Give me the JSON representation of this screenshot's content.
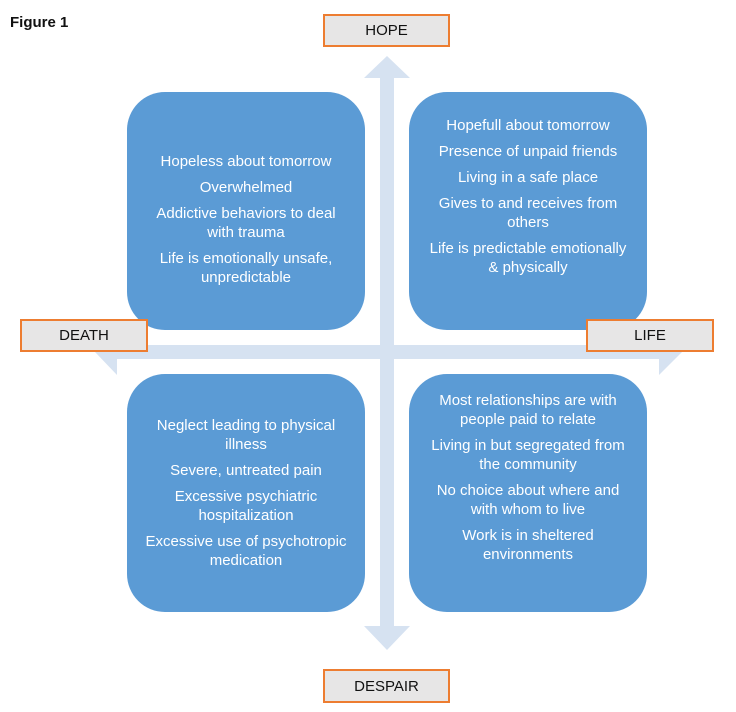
{
  "figure_title": "Figure 1",
  "colors": {
    "quadrant_fill": "#5b9bd5",
    "arrow_fill": "#d6e2f1",
    "label_border": "#ed7d31",
    "label_fill": "#e7e6e6"
  },
  "axes": {
    "top": "HOPE",
    "bottom": "DESPAIR",
    "left": "DEATH",
    "right": "LIFE"
  },
  "quadrants": {
    "top_left": [
      "Hopeless about tomorrow",
      "Overwhelmed",
      "Addictive behaviors to deal with trauma",
      "Life is emotionally unsafe, unpredictable"
    ],
    "top_right": [
      "Hopefull about tomorrow",
      "Presence of unpaid friends",
      "Living in a safe place",
      "Gives to and receives from others",
      "Life is predictable emotionally & physically"
    ],
    "bottom_left": [
      "Neglect leading to physical illness",
      "Severe, untreated pain",
      "Excessive psychiatric hospitalization",
      "Excessive use of psychotropic medication"
    ],
    "bottom_right": [
      "Most relationships are with people paid to relate",
      "Living in but segregated from the community",
      "No choice about where and with whom to live",
      "Work is in sheltered environments"
    ]
  }
}
